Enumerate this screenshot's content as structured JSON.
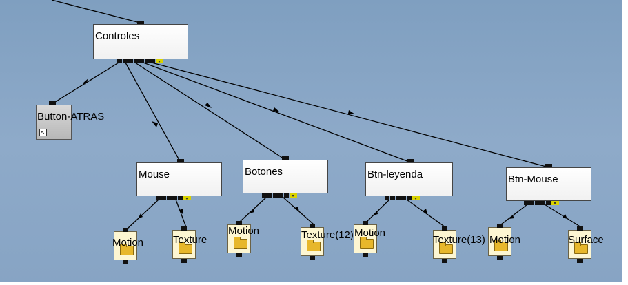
{
  "nodes": {
    "controles": "Controles",
    "button_atras": "Button-ATRAS",
    "mouse": "Mouse",
    "botones": "Botones",
    "btn_leyenda": "Btn-leyenda",
    "btn_mouse": "Btn-Mouse"
  },
  "leaves": {
    "mouse_motion": "Motion",
    "mouse_texture": "Texture",
    "botones_motion": "Motion",
    "botones_texture": "Texture(12)",
    "leyenda_motion": "Motion",
    "leyenda_texture": "Texture(13)",
    "btnmouse_motion": "Motion",
    "btnmouse_surface": "Surface"
  },
  "icons": {
    "leaf_icon": "folder-icon",
    "button_icon": "cursor-icon",
    "menu_icon": "chevron-down-icon"
  },
  "colors": {
    "canvas": "#8eaac9",
    "node_fill": "#ffffff",
    "button_fill": "#c8c8c8",
    "leaf_fill": "#fdf6d2",
    "port": "#111111",
    "port_menu": "#d9d200"
  }
}
